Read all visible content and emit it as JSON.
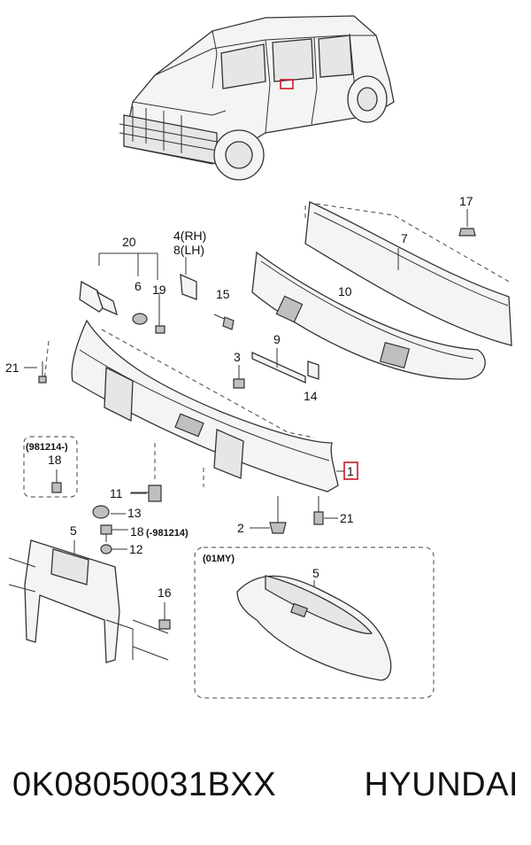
{
  "labels": {
    "l20": "20",
    "l4rh": "4(RH)",
    "l8lh": "8(LH)",
    "l17": "17",
    "l7": "7",
    "l6": "6",
    "l19": "19",
    "l15": "15",
    "l10": "10",
    "l9": "9",
    "l21a": "21",
    "l3": "3",
    "l14": "14",
    "l981214": "(981214-)",
    "l18a": "18",
    "l1": "1",
    "l11": "11",
    "l13": "13",
    "l5a": "5",
    "l18b": "18",
    "l981214b": "(-981214)",
    "l12": "12",
    "l2": "2",
    "l21b": "21",
    "l01my": "(01MY)",
    "l5b": "5",
    "l16": "16"
  },
  "footer": {
    "part_number": "0K08050031BXX",
    "brand": "HYUNDAI"
  },
  "colors": {
    "highlight": "#d0162c"
  }
}
